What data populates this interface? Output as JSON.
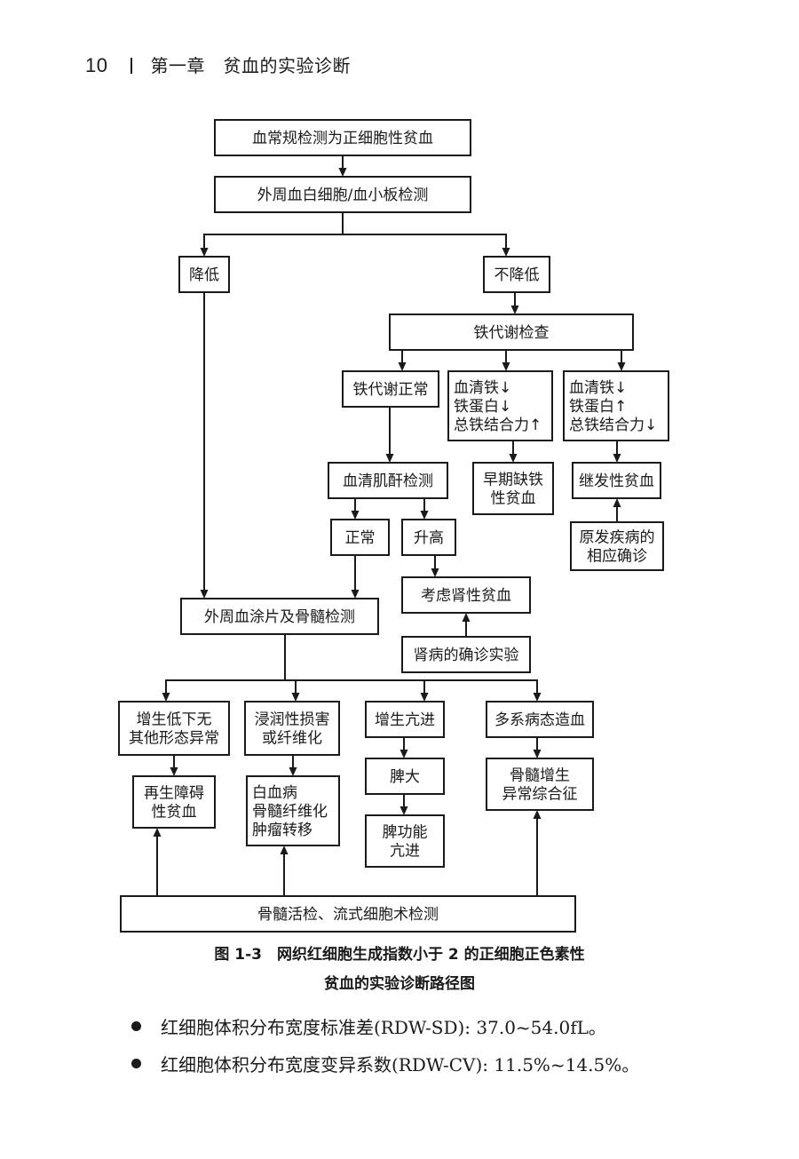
{
  "header": {
    "page_number": "10",
    "chapter_title": "第一章　贫血的实验诊断"
  },
  "flowchart": {
    "n1": [
      "血常规检测为正细胞性贫血"
    ],
    "n2": [
      "外周血白细胞/血小板检测"
    ],
    "n3": [
      "降低"
    ],
    "n4": [
      "不降低"
    ],
    "n5": [
      "铁代谢检查"
    ],
    "n6": [
      "铁代谢正常"
    ],
    "n7": [
      "血清铁↓",
      "铁蛋白↓",
      "总铁结合力↑"
    ],
    "n8": [
      "血清铁↓",
      "铁蛋白↑",
      "总铁结合力↓"
    ],
    "n9": [
      "血清肌酐检测"
    ],
    "n10": [
      "早期缺铁",
      "性贫血"
    ],
    "n11": [
      "继发性贫血"
    ],
    "n12": [
      "正常"
    ],
    "n13": [
      "升高"
    ],
    "n14": [
      "原发疾病的",
      "相应确诊"
    ],
    "n15": [
      "考虑肾性贫血"
    ],
    "n16": [
      "外周血涂片及骨髓检测"
    ],
    "n17": [
      "肾病的确诊实验"
    ],
    "n18": [
      "增生低下无",
      "其他形态异常"
    ],
    "n19": [
      "浸润性损害",
      "或纤维化"
    ],
    "n20": [
      "增生亢进"
    ],
    "n21": [
      "多系病态造血"
    ],
    "n22": [
      "再生障碍",
      "性贫血"
    ],
    "n23": [
      "白血病",
      "骨髓纤维化",
      "肿瘤转移"
    ],
    "n24": [
      "脾大"
    ],
    "n25": [
      "骨髓增生",
      "异常综合征"
    ],
    "n26": [
      "脾功能",
      "亢进"
    ],
    "n27": [
      "骨髓活检、流式细胞术检测"
    ]
  },
  "caption": {
    "line1": "图 1-3　网织红细胞生成指数小于 2 的正细胞正色素性",
    "line2": "贫血的实验诊断路径图"
  },
  "bullets": [
    "红细胞体积分布宽度标准差(RDW-SD): 37.0~54.0fL。",
    "红细胞体积分布宽度变异系数(RDW-CV): 11.5%~14.5%。"
  ]
}
